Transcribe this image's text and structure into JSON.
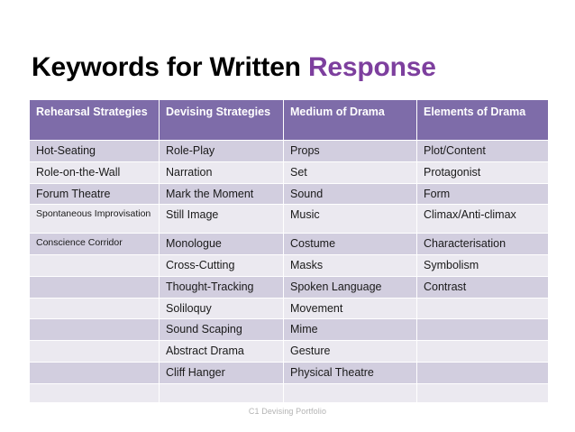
{
  "slide": {
    "title_plain": "Keywords for Written ",
    "title_accent": "Response",
    "accent_color": "#7D3F9E",
    "header_bg_color": "#7E6CA9",
    "row_stripe_dark": "#D2CEDF",
    "row_stripe_light": "#EBE9F0",
    "footer_note": "C1 Devising Portfolio"
  },
  "table": {
    "columns": [
      "Rehearsal Strategies",
      "Devising Strategies",
      "Medium of Drama",
      "Elements of Drama"
    ],
    "rows": [
      [
        "Hot-Seating",
        "Role-Play",
        "Props",
        "Plot/Content"
      ],
      [
        "Role-on-the-Wall",
        "Narration",
        "Set",
        "Protagonist"
      ],
      [
        "Forum Theatre",
        "Mark the Moment",
        "Sound",
        "Form"
      ],
      [
        "Spontaneous Improvisation",
        "Still Image",
        "Music",
        "Climax/Anti-climax"
      ],
      [
        "Conscience Corridor",
        "Monologue",
        "Costume",
        "Characterisation"
      ],
      [
        "",
        "Cross-Cutting",
        "Masks",
        "Symbolism"
      ],
      [
        "",
        "Thought-Tracking",
        "Spoken Language",
        "Contrast"
      ],
      [
        "",
        "Soliloquy",
        "Movement",
        ""
      ],
      [
        "",
        "Sound Scaping",
        "Mime",
        ""
      ],
      [
        "",
        "Abstract Drama",
        "Gesture",
        ""
      ],
      [
        "",
        "Cliff Hanger",
        "Physical Theatre",
        ""
      ],
      [
        "",
        "",
        "",
        ""
      ]
    ]
  }
}
